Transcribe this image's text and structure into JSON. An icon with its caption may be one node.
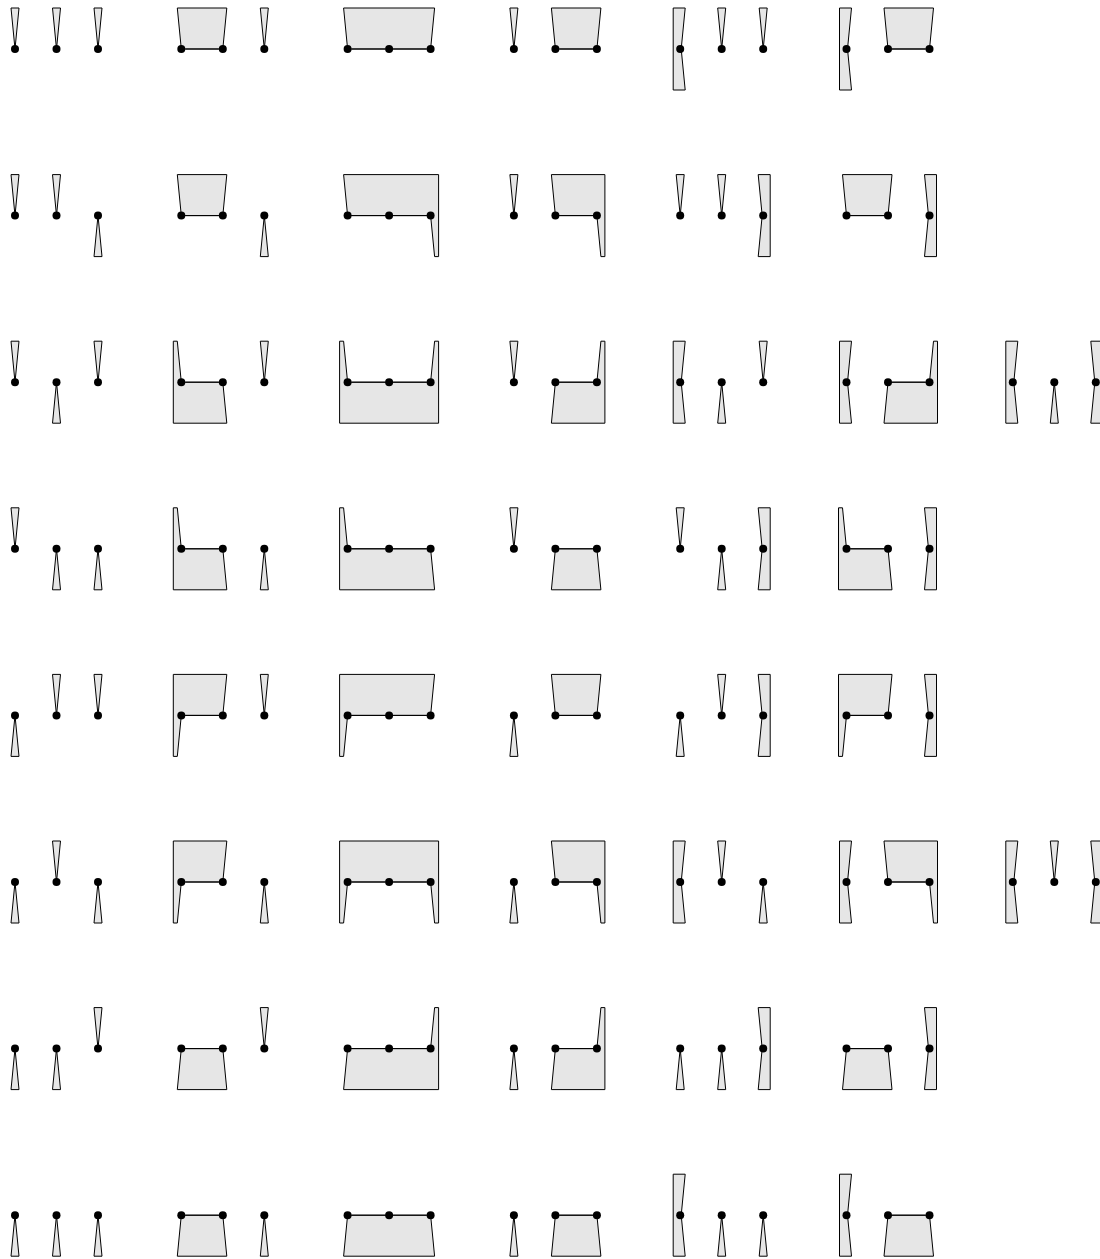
{
  "diagram": {
    "nodes": [
      {
        "text": [],
        "shape": "circle"
      },
      {
        "text": [],
        "shape": "circle"
      },
      {
        "text": [],
        "shape": "circle"
      },
      {
        "text": [],
        "shape": "circle"
      },
      {
        "text": [],
        "shape": "circle"
      },
      {
        "text": [],
        "shape": "circle"
      },
      {
        "text": [],
        "shape": "circle"
      },
      {
        "text": [],
        "shape": "circle"
      },
      {
        "text": [],
        "shape": "circle"
      },
      {
        "text": [],
        "shape": "circle"
      },
      {
        "text": [],
        "shape": "circle"
      },
      {
        "text": [],
        "shape": "circle"
      },
      {
        "text": [],
        "shape": "circle"
      },
      {
        "text": [],
        "shape": "circle"
      },
      {
        "text": [],
        "shape": "circle"
      },
      {
        "text": [],
        "shape": "circle"
      },
      {
        "text": [],
        "shape": "circle"
      },
      {
        "text": [],
        "shape": "circle"
      },
      {
        "text": [],
        "shape": "circle"
      },
      {
        "text": [],
        "shape": "circle"
      },
      {
        "text": [],
        "shape": "circle"
      },
      {
        "text": [],
        "shape": "circle"
      },
      {
        "text": [],
        "shape": "circle"
      },
      {
        "text": [],
        "shape": "circle"
      },
      {
        "text": [],
        "shape": "circle"
      },
      {
        "text": [],
        "shape": "circle"
      },
      {
        "text": [],
        "shape": "circle"
      },
      {
        "text": [],
        "shape": "circle"
      },
      {
        "text": [],
        "shape": "circle"
      },
      {
        "text": [],
        "shape": "circle"
      },
      {
        "text": [],
        "shape": "circle"
      },
      {
        "text": [],
        "shape": "circle"
      },
      {
        "text": [],
        "shape": "circle"
      },
      {
        "text": [],
        "shape": "circle"
      },
      {
        "text": [],
        "shape": "circle"
      },
      {
        "text": [],
        "shape": "circle"
      },
      {
        "text": [],
        "shape": "circle"
      },
      {
        "text": [],
        "shape": "circle"
      },
      {
        "text": [],
        "shape": "circle"
      },
      {
        "text": [],
        "shape": "circle"
      },
      {
        "text": [],
        "shape": "circle"
      },
      {
        "text": [],
        "shape": "circle"
      },
      {
        "text": [],
        "shape": "circle"
      },
      {
        "text": [],
        "shape": "circle"
      },
      {
        "text": [],
        "shape": "circle"
      },
      {
        "text": [],
        "shape": "circle"
      },
      {
        "text": [],
        "shape": "circle"
      },
      {
        "text": [],
        "shape": "circle"
      },
      {
        "text": [],
        "shape": "circle"
      },
      {
        "text": [],
        "shape": "circle"
      },
      {
        "text": [],
        "shape": "circle"
      },
      {
        "text": [],
        "shape": "circle"
      },
      {
        "text": [],
        "shape": "circle"
      },
      {
        "text": [],
        "shape": "circle"
      },
      {
        "text": [],
        "shape": "circle"
      },
      {
        "text": [],
        "shape": "circle"
      },
      {
        "text": [],
        "shape": "circle"
      },
      {
        "text": [],
        "shape": "circle"
      },
      {
        "text": [],
        "shape": "circle"
      },
      {
        "text": [],
        "shape": "circle"
      },
      {
        "text": [],
        "shape": "circle"
      },
      {
        "text": [],
        "shape": "circle"
      },
      {
        "text": [],
        "shape": "circle"
      },
      {
        "text": [],
        "shape": "circle"
      },
      {
        "text": [],
        "shape": "circle"
      },
      {
        "text": [],
        "shape": "circle"
      },
      {
        "text": [],
        "shape": "circle"
      },
      {
        "text": [],
        "shape": "circle"
      },
      {
        "text": [],
        "shape": "circle"
      },
      {
        "text": [],
        "shape": "circle"
      },
      {
        "text": [],
        "shape": "circle"
      },
      {
        "text": [],
        "shape": "circle"
      },
      {
        "text": [],
        "shape": "circle"
      },
      {
        "text": [],
        "shape": "circle"
      },
      {
        "text": [],
        "shape": "circle"
      },
      {
        "text": [],
        "shape": "circle"
      },
      {
        "text": [],
        "shape": "circle"
      },
      {
        "text": [],
        "shape": "circle"
      },
      {
        "text": [],
        "shape": "circle"
      },
      {
        "text": [],
        "shape": "circle"
      },
      {
        "text": [],
        "shape": "circle"
      },
      {
        "text": [],
        "shape": "circle"
      },
      {
        "text": [],
        "shape": "circle"
      },
      {
        "text": [],
        "shape": "circle"
      },
      {
        "text": [],
        "shape": "circle"
      },
      {
        "text": [],
        "shape": "circle"
      },
      {
        "text": [],
        "shape": "circle"
      },
      {
        "text": [],
        "shape": "circle"
      },
      {
        "text": [],
        "shape": "circle"
      },
      {
        "text": [],
        "shape": "circle"
      },
      {
        "text": [],
        "shape": "circle"
      },
      {
        "text": [],
        "shape": "circle"
      },
      {
        "text": [],
        "shape": "circle"
      },
      {
        "text": [],
        "shape": "circle"
      },
      {
        "text": [],
        "shape": "circle"
      },
      {
        "text": [],
        "shape": "circle"
      },
      {
        "text": [],
        "shape": "circle"
      },
      {
        "text": [],
        "shape": "circle"
      },
      {
        "text": [],
        "shape": "circle"
      },
      {
        "text": [],
        "shape": "circle"
      },
      {
        "text": [],
        "shape": "circle"
      },
      {
        "text": [],
        "shape": "circle"
      },
      {
        "text": [],
        "shape": "circle"
      },
      {
        "text": [],
        "shape": "circle"
      },
      {
        "text": [],
        "shape": "circle"
      },
      {
        "text": [],
        "shape": "circle"
      },
      {
        "text": [],
        "shape": "circle"
      },
      {
        "text": [],
        "shape": "circle"
      },
      {
        "text": [],
        "shape": "circle"
      },
      {
        "text": [],
        "shape": "circle"
      },
      {
        "text": [],
        "shape": "circle"
      },
      {
        "text": [],
        "shape": "circle"
      },
      {
        "text": [],
        "shape": "circle"
      },
      {
        "text": [],
        "shape": "circle"
      },
      {
        "text": [],
        "shape": "circle"
      },
      {
        "text": [],
        "shape": "circle"
      },
      {
        "text": [],
        "shape": "circle"
      },
      {
        "text": [],
        "shape": "circle"
      },
      {
        "text": [],
        "shape": "circle"
      },
      {
        "text": [],
        "shape": "circle"
      },
      {
        "text": [],
        "shape": "circle"
      },
      {
        "text": [],
        "shape": "circle"
      },
      {
        "text": [],
        "shape": "circle"
      },
      {
        "text": [],
        "shape": "circle"
      },
      {
        "text": [],
        "shape": "circle"
      },
      {
        "text": [],
        "shape": "circle"
      },
      {
        "text": [],
        "shape": "circle"
      },
      {
        "text": [],
        "shape": "circle"
      },
      {
        "text": [],
        "shape": "circle"
      },
      {
        "text": [],
        "shape": "circle"
      },
      {
        "text": [],
        "shape": "circle"
      },
      {
        "text": [],
        "shape": "circle"
      },
      {
        "text": [],
        "shape": "circle"
      },
      {
        "text": [],
        "shape": "circle"
      },
      {
        "text": [],
        "shape": "circle"
      },
      {
        "text": [],
        "shape": "circle"
      },
      {
        "text": [],
        "shape": "circle"
      },
      {
        "text": [],
        "shape": "circle"
      },
      {
        "text": [],
        "shape": "circle"
      },
      {
        "text": [],
        "shape": "circle"
      },
      {
        "text": [],
        "shape": "circle"
      },
      {
        "text": [],
        "shape": "circle"
      },
      {
        "text": [],
        "shape": "circle"
      },
      {
        "text": [],
        "shape": "circle"
      },
      {
        "text": [],
        "shape": "circle"
      },
      {
        "text": [],
        "shape": "circle"
      },
      {
        "text": [],
        "shape": "circle"
      },
      {
        "text": [],
        "shape": "circle"
      },
      {
        "text": [],
        "shape": "circle"
      },
      {
        "text": [],
        "shape": "circle"
      }
    ],
    "edges": [
      {
        "from": 3,
        "to": 4,
        "arrow": "none"
      },
      {
        "from": 6,
        "to": 7,
        "arrow": "none"
      },
      {
        "from": 7,
        "to": 8,
        "arrow": "none"
      },
      {
        "from": 10,
        "to": 11,
        "arrow": "none"
      },
      {
        "from": 16,
        "to": 17,
        "arrow": "none"
      },
      {
        "from": 21,
        "to": 22,
        "arrow": "none"
      },
      {
        "from": 24,
        "to": 25,
        "arrow": "none"
      },
      {
        "from": 25,
        "to": 26,
        "arrow": "none"
      },
      {
        "from": 28,
        "to": 29,
        "arrow": "none"
      },
      {
        "from": 33,
        "to": 34,
        "arrow": "none"
      },
      {
        "from": 39,
        "to": 40,
        "arrow": "none"
      },
      {
        "from": 42,
        "to": 43,
        "arrow": "none"
      },
      {
        "from": 43,
        "to": 44,
        "arrow": "none"
      },
      {
        "from": 46,
        "to": 47,
        "arrow": "none"
      },
      {
        "from": 52,
        "to": 53,
        "arrow": "none"
      },
      {
        "from": 60,
        "to": 61,
        "arrow": "none"
      },
      {
        "from": 63,
        "to": 64,
        "arrow": "none"
      },
      {
        "from": 64,
        "to": 65,
        "arrow": "none"
      },
      {
        "from": 67,
        "to": 68,
        "arrow": "none"
      },
      {
        "from": 72,
        "to": 73,
        "arrow": "none"
      },
      {
        "from": 78,
        "to": 79,
        "arrow": "none"
      },
      {
        "from": 81,
        "to": 82,
        "arrow": "none"
      },
      {
        "from": 82,
        "to": 83,
        "arrow": "none"
      },
      {
        "from": 85,
        "to": 86,
        "arrow": "none"
      },
      {
        "from": 90,
        "to": 91,
        "arrow": "none"
      },
      {
        "from": 96,
        "to": 97,
        "arrow": "none"
      },
      {
        "from": 99,
        "to": 100,
        "arrow": "none"
      },
      {
        "from": 100,
        "to": 101,
        "arrow": "none"
      },
      {
        "from": 103,
        "to": 104,
        "arrow": "none"
      },
      {
        "from": 109,
        "to": 110,
        "arrow": "none"
      },
      {
        "from": 117,
        "to": 118,
        "arrow": "none"
      },
      {
        "from": 120,
        "to": 121,
        "arrow": "none"
      },
      {
        "from": 121,
        "to": 122,
        "arrow": "none"
      },
      {
        "from": 124,
        "to": 125,
        "arrow": "none"
      },
      {
        "from": 129,
        "to": 130,
        "arrow": "none"
      },
      {
        "from": 135,
        "to": 136,
        "arrow": "none"
      },
      {
        "from": 138,
        "to": 139,
        "arrow": "none"
      },
      {
        "from": 139,
        "to": 140,
        "arrow": "none"
      },
      {
        "from": 142,
        "to": 143,
        "arrow": "none"
      },
      {
        "from": 148,
        "to": 149,
        "arrow": "none"
      }
    ]
  }
}
